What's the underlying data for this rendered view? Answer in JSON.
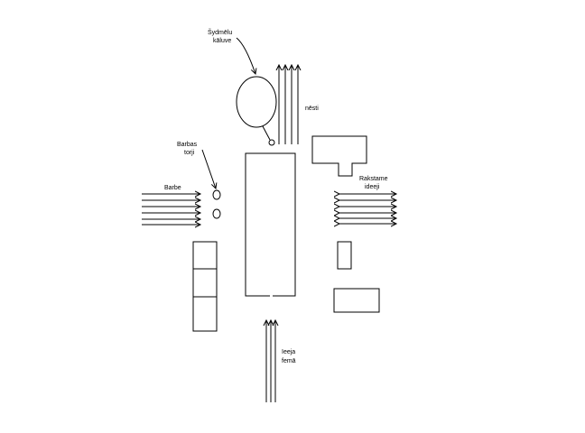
{
  "labels": {
    "skydmelu_kalve_1": "Šydmēlu",
    "skydmelu_kalve_2": "kāluve",
    "nesti": "nēsti",
    "barbes_torji_1": "Barbas",
    "barbes_torji_2": "torji",
    "barbe": "Barbe",
    "rakstamie_ideeji_1": "Rakstame",
    "rakstamie_ideeji_2": "ideeji",
    "ieeja_1": "Ieeja",
    "ieeja_2": "femā"
  },
  "colors": {
    "line": "#000000",
    "background": "#ffffff"
  }
}
